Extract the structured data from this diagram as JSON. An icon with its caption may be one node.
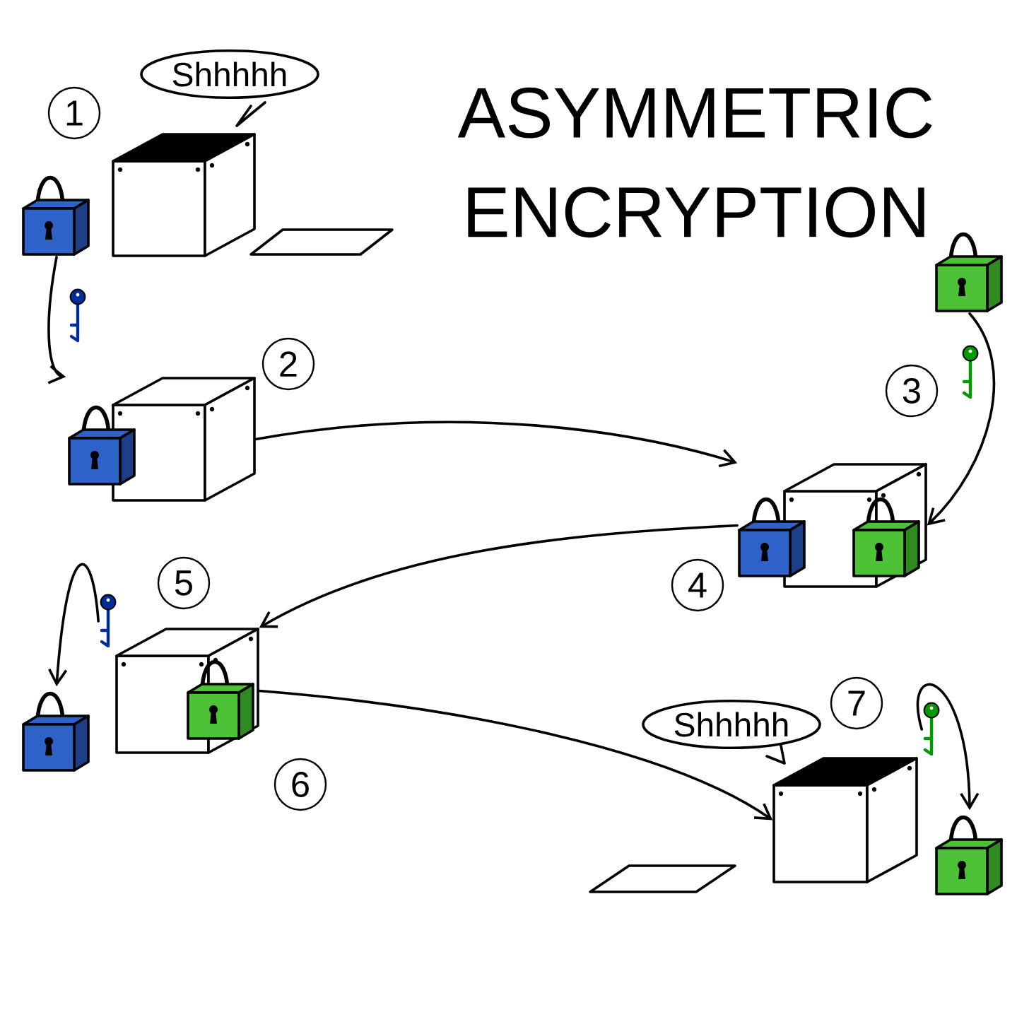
{
  "diagram": {
    "title": "ASYMMETRIC ENCRYPTION",
    "nodes": [
      {
        "text": [
          "Shhhhh"
        ]
      },
      {
        "text": [],
        "shape": "box"
      },
      {
        "text": [],
        "shape": "picture"
      },
      {
        "text": [],
        "shape": "box"
      },
      {
        "text": [],
        "shape": "picture"
      },
      {
        "text": [],
        "shape": "box"
      },
      {
        "text": [],
        "shape": "box"
      },
      {
        "text": [],
        "shape": "picture"
      },
      {
        "text": [
          "Shhhhh"
        ]
      },
      {
        "text": [],
        "shape": "box"
      },
      {
        "text": [],
        "shape": "picture"
      },
      {
        "text": [],
        "shape": "picture"
      },
      {
        "text": [],
        "shape": "picture"
      }
    ],
    "edges": [
      {
        "from": 2,
        "to": 3,
        "arrow": "to"
      },
      {
        "from": 3,
        "to": 5,
        "arrow": "to"
      },
      {
        "from": 4,
        "to": 5,
        "arrow": "to"
      },
      {
        "from": 5,
        "to": 6,
        "arrow": "to"
      },
      {
        "from": 6,
        "to": 9,
        "arrow": "to"
      },
      {
        "from": 11,
        "to": 7,
        "arrow": "to"
      },
      {
        "from": 12,
        "to": 10,
        "arrow": "to"
      }
    ],
    "labels": [
      "1",
      "2",
      "3",
      "4",
      "5",
      "6",
      "7"
    ]
  }
}
